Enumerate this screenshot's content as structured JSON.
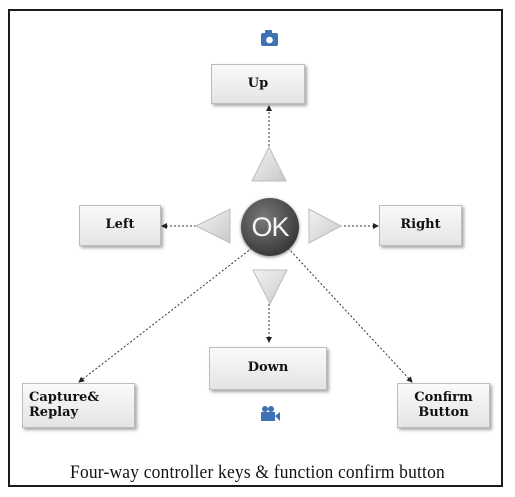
{
  "diagram": {
    "up_label": "Up",
    "left_label": "Left",
    "right_label": "Right",
    "down_label": "Down",
    "ok_label": "OK",
    "capture_label_line1": "Capture&",
    "capture_label_line2": "Replay",
    "confirm_label_line1": "Confirm",
    "confirm_label_line2": "Button",
    "caption": "Four-way controller keys & function confirm button"
  },
  "icons": {
    "top": "camera-icon",
    "bottom": "video-camera-icon",
    "icon_color": "#3f72b5"
  }
}
